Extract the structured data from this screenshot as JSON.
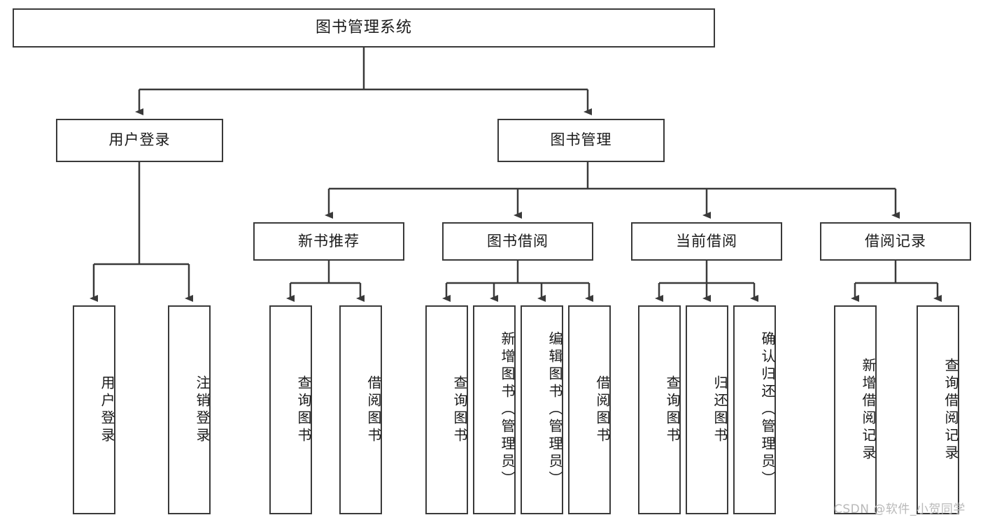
{
  "diagram": {
    "title": "图书管理系统",
    "watermark": "CSDN @软件_小贺同学",
    "colors": {
      "stroke": "#3a3a3a",
      "fill": "#ffffff",
      "text": "#1a1a1a",
      "watermark": "#b9b9b9"
    },
    "nodes": {
      "root": {
        "label": "图书管理系统"
      },
      "level2": [
        {
          "id": "user-login",
          "label": "用户登录"
        },
        {
          "id": "book-manage",
          "label": "图书管理"
        }
      ],
      "level3": [
        {
          "id": "new-book-recommend",
          "label": "新书推荐"
        },
        {
          "id": "book-borrow",
          "label": "图书借阅"
        },
        {
          "id": "current-borrow",
          "label": "当前借阅"
        },
        {
          "id": "borrow-record",
          "label": "借阅记录"
        }
      ],
      "leaves": {
        "user-login": [
          {
            "id": "leaf-user-login",
            "label": "用户登录"
          },
          {
            "id": "leaf-logout-login",
            "label": "注销登录"
          }
        ],
        "new-book-recommend": [
          {
            "id": "leaf-query-book-1",
            "label": "查询图书"
          },
          {
            "id": "leaf-borrow-book-1",
            "label": "借阅图书"
          }
        ],
        "book-borrow": [
          {
            "id": "leaf-query-book-2",
            "label": "查询图书"
          },
          {
            "id": "leaf-add-book",
            "label": "新增图书（管理员）"
          },
          {
            "id": "leaf-edit-book",
            "label": "编辑图书（管理员）"
          },
          {
            "id": "leaf-borrow-book-2",
            "label": "借阅图书"
          }
        ],
        "current-borrow": [
          {
            "id": "leaf-query-book-3",
            "label": "查询图书"
          },
          {
            "id": "leaf-return-book",
            "label": "归还图书"
          },
          {
            "id": "leaf-confirm-return",
            "label": "确认归还（管理员）"
          }
        ],
        "borrow-record": [
          {
            "id": "leaf-add-record",
            "label": "新增借阅记录"
          },
          {
            "id": "leaf-query-record",
            "label": "查询借阅记录"
          }
        ]
      }
    }
  }
}
